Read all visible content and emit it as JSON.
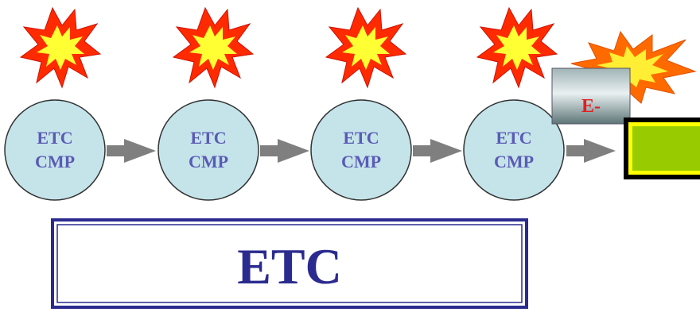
{
  "nodes": [
    {
      "line1": "ETC",
      "line2": "CMP"
    },
    {
      "line1": "ETC",
      "line2": "CMP"
    },
    {
      "line1": "ETC",
      "line2": "CMP"
    },
    {
      "line1": "ETC",
      "line2": "CMP"
    }
  ],
  "tag": {
    "label": "E-"
  },
  "title_box": {
    "text": "ETC"
  },
  "colors": {
    "node_fill": "#c4e4ea",
    "node_text": "#5b5bb5",
    "arrow": "#7f7f7f",
    "burst_outer": "#ff2a00",
    "burst_inner": "#ffff33",
    "tag_text": "#e02020",
    "title_text": "#2b2b8f",
    "title_border": "#2b2b8f",
    "green_fill": "#99cc00"
  },
  "icons": [
    "explosion-icon",
    "right-arrow-icon"
  ]
}
